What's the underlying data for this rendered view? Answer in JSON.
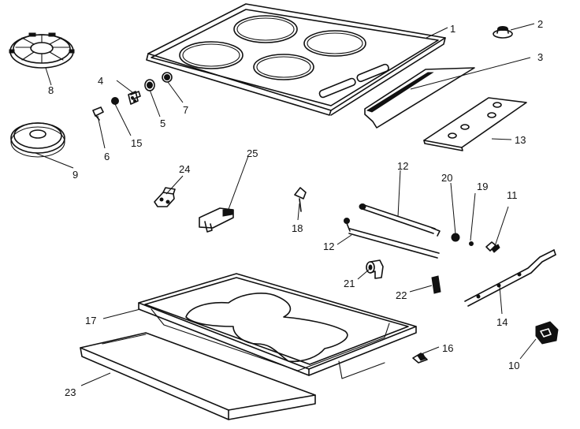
{
  "callouts": [
    {
      "id": "1",
      "text": "1"
    },
    {
      "id": "2",
      "text": "2"
    },
    {
      "id": "3",
      "text": "3"
    },
    {
      "id": "4",
      "text": "4"
    },
    {
      "id": "5",
      "text": "5"
    },
    {
      "id": "6",
      "text": "6"
    },
    {
      "id": "7",
      "text": "7"
    },
    {
      "id": "8",
      "text": "8"
    },
    {
      "id": "9",
      "text": "9"
    },
    {
      "id": "10",
      "text": "10"
    },
    {
      "id": "11",
      "text": "11"
    },
    {
      "id": "12a",
      "text": "12"
    },
    {
      "id": "12b",
      "text": "12"
    },
    {
      "id": "13",
      "text": "13"
    },
    {
      "id": "14",
      "text": "14"
    },
    {
      "id": "15",
      "text": "15"
    },
    {
      "id": "16",
      "text": "16"
    },
    {
      "id": "17",
      "text": "17"
    },
    {
      "id": "18",
      "text": "18"
    },
    {
      "id": "19",
      "text": "19"
    },
    {
      "id": "20",
      "text": "20"
    },
    {
      "id": "21",
      "text": "21"
    },
    {
      "id": "22",
      "text": "22"
    },
    {
      "id": "23",
      "text": "23"
    },
    {
      "id": "24",
      "text": "24"
    },
    {
      "id": "25",
      "text": "25"
    }
  ]
}
